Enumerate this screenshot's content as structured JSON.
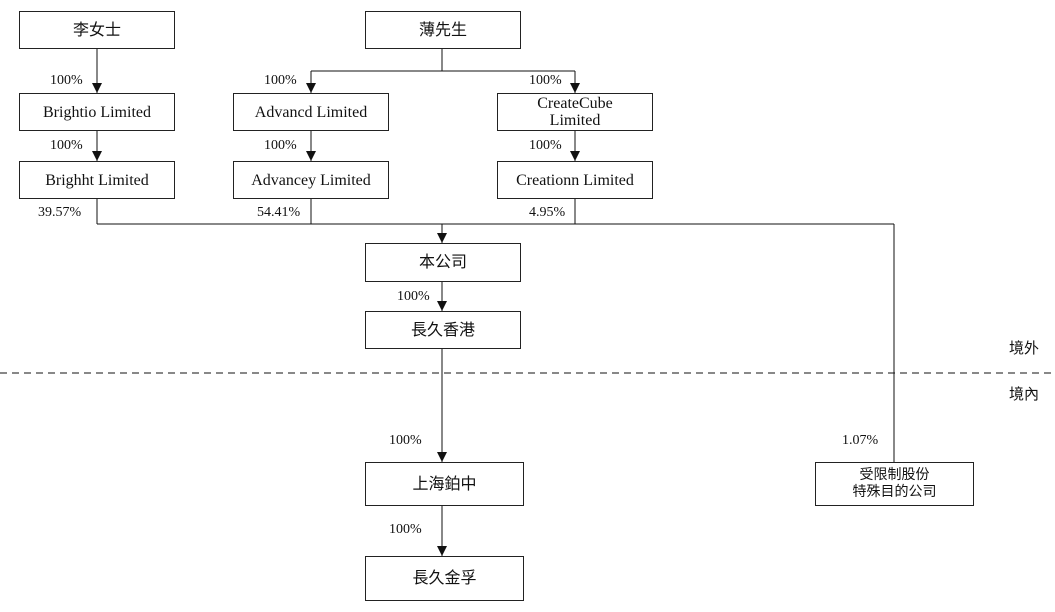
{
  "entities": {
    "ms_li": "李女士",
    "mr_bo": "薄先生",
    "brightio": "Brightio Limited",
    "advancd": "Advancd Limited",
    "createcube": "CreateCube Limited",
    "brighht": "Brighht Limited",
    "advancey": "Advancey Limited",
    "creationn": "Creationn Limited",
    "company": "本公司",
    "changjiu_hk": "長久香港",
    "shanghai_bozhong": "上海鉑中",
    "changjiu_jinfu": "長久金孚",
    "restricted_line1": "受限制股份",
    "restricted_line2": "特殊目的公司"
  },
  "ownership": {
    "li_brightio": "100%",
    "brightio_brighht": "100%",
    "bo_advancd": "100%",
    "bo_createcube": "100%",
    "advancd_advancey": "100%",
    "createcube_creationn": "100%",
    "brighht_company": "39.57%",
    "advancey_company": "54.41%",
    "creationn_company": "4.95%",
    "company_hk": "100%",
    "hk_shanghai": "100%",
    "shanghai_jinfu": "100%",
    "restricted_shanghai": "1.07%"
  },
  "zones": {
    "offshore": "境外",
    "onshore": "境內"
  }
}
